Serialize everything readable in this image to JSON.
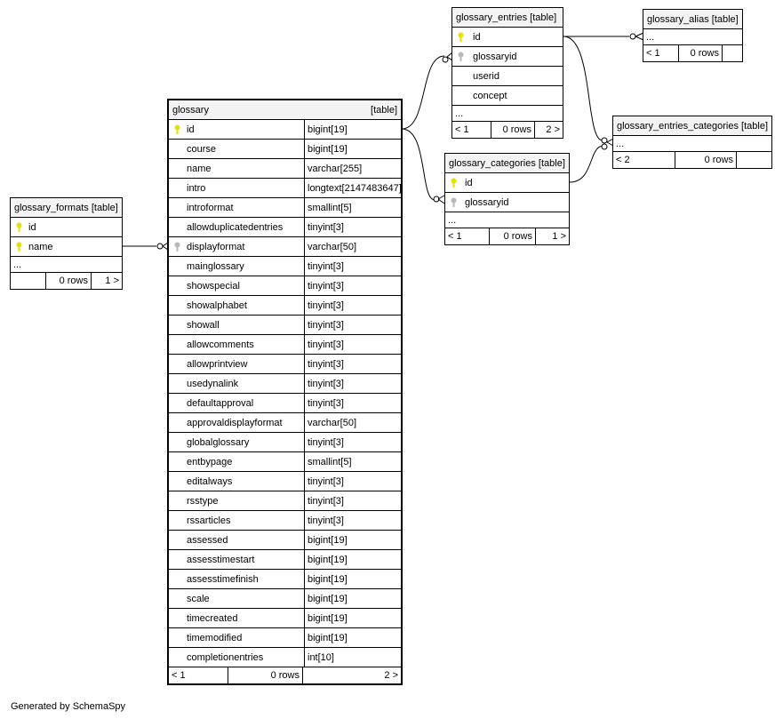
{
  "tables": {
    "glossary": {
      "name": "glossary",
      "tag": "[table]",
      "columns": [
        {
          "name": "id",
          "type": "bigint[19]"
        },
        {
          "name": "course",
          "type": "bigint[19]"
        },
        {
          "name": "name",
          "type": "varchar[255]"
        },
        {
          "name": "intro",
          "type": "longtext[2147483647]"
        },
        {
          "name": "introformat",
          "type": "smallint[5]"
        },
        {
          "name": "allowduplicatedentries",
          "type": "tinyint[3]"
        },
        {
          "name": "displayformat",
          "type": "varchar[50]"
        },
        {
          "name": "mainglossary",
          "type": "tinyint[3]"
        },
        {
          "name": "showspecial",
          "type": "tinyint[3]"
        },
        {
          "name": "showalphabet",
          "type": "tinyint[3]"
        },
        {
          "name": "showall",
          "type": "tinyint[3]"
        },
        {
          "name": "allowcomments",
          "type": "tinyint[3]"
        },
        {
          "name": "allowprintview",
          "type": "tinyint[3]"
        },
        {
          "name": "usedynalink",
          "type": "tinyint[3]"
        },
        {
          "name": "defaultapproval",
          "type": "tinyint[3]"
        },
        {
          "name": "approvaldisplayformat",
          "type": "varchar[50]"
        },
        {
          "name": "globalglossary",
          "type": "tinyint[3]"
        },
        {
          "name": "entbypage",
          "type": "smallint[5]"
        },
        {
          "name": "editalways",
          "type": "tinyint[3]"
        },
        {
          "name": "rsstype",
          "type": "tinyint[3]"
        },
        {
          "name": "rssarticles",
          "type": "tinyint[3]"
        },
        {
          "name": "assessed",
          "type": "bigint[19]"
        },
        {
          "name": "assesstimestart",
          "type": "bigint[19]"
        },
        {
          "name": "assesstimefinish",
          "type": "bigint[19]"
        },
        {
          "name": "scale",
          "type": "bigint[19]"
        },
        {
          "name": "timecreated",
          "type": "bigint[19]"
        },
        {
          "name": "timemodified",
          "type": "bigint[19]"
        },
        {
          "name": "completionentries",
          "type": "int[10]"
        }
      ],
      "footer": {
        "parents": "< 1",
        "rows": "0 rows",
        "children": "2 >"
      }
    },
    "glossary_formats": {
      "name": "glossary_formats",
      "tag": "[table]",
      "columns": [
        "id",
        "name"
      ],
      "ellipsis": "...",
      "footer": {
        "parents": "",
        "rows": "0 rows",
        "children": "1 >"
      }
    },
    "glossary_entries": {
      "name": "glossary_entries",
      "tag": "[table]",
      "columns": [
        "id",
        "glossaryid",
        "userid",
        "concept"
      ],
      "ellipsis": "...",
      "footer": {
        "parents": "< 1",
        "rows": "0 rows",
        "children": "2 >"
      }
    },
    "glossary_categories": {
      "name": "glossary_categories",
      "tag": "[table]",
      "columns": [
        "id",
        "glossaryid"
      ],
      "ellipsis": "...",
      "footer": {
        "parents": "< 1",
        "rows": "0 rows",
        "children": "1 >"
      }
    },
    "glossary_alias": {
      "name": "glossary_alias",
      "tag": "[table]",
      "ellipsis": "...",
      "footer": {
        "parents": "< 1",
        "rows": "0 rows",
        "children": ""
      }
    },
    "glossary_entries_categories": {
      "name": "glossary_entries_categories",
      "tag": "[table]",
      "ellipsis": "...",
      "footer": {
        "parents": "< 2",
        "rows": "0 rows",
        "children": ""
      }
    }
  },
  "generated_by": "Generated by SchemaSpy",
  "colors": {
    "primary_key": "#e8e000",
    "foreign_key": "#b8b8b8"
  }
}
